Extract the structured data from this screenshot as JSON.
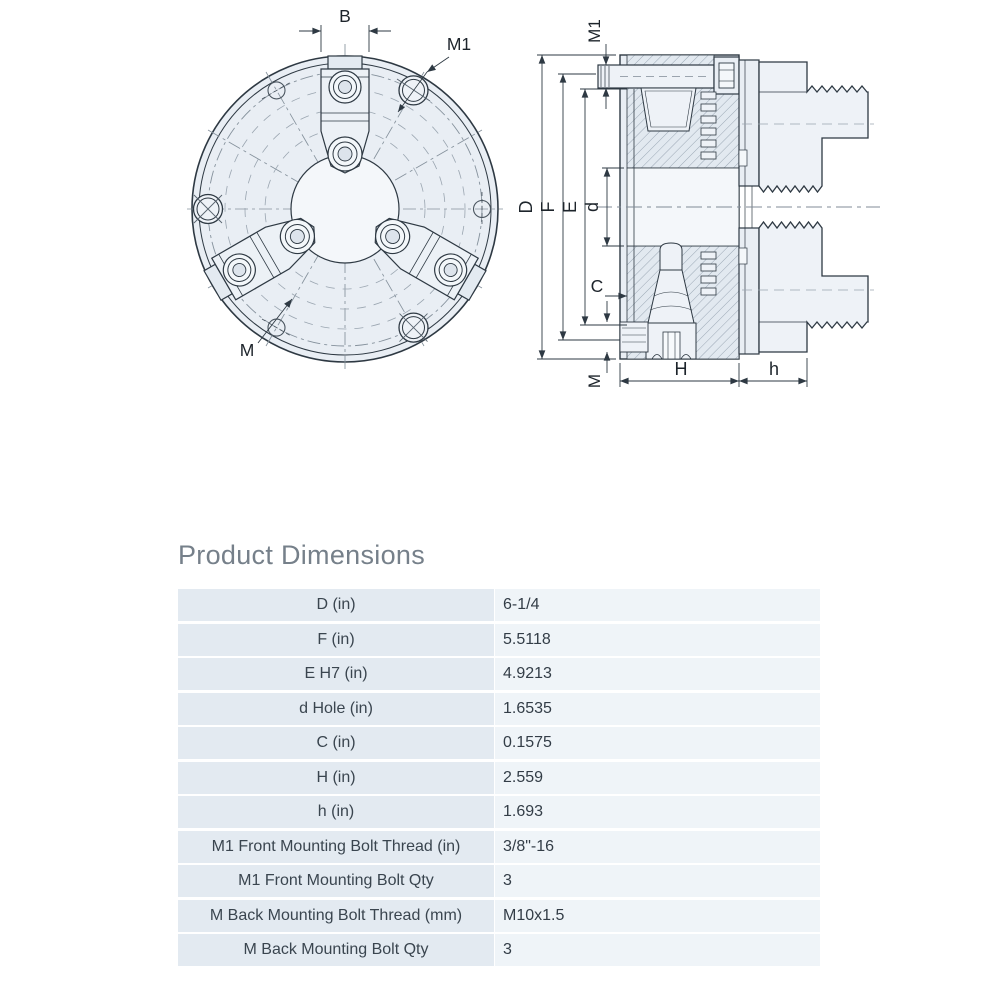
{
  "drawing": {
    "description": "3-jaw self-centering lathe chuck, front view and cross-section side view",
    "labels": {
      "b": "B",
      "m1": "M1",
      "m": "M",
      "d_outer": "D",
      "f": "F",
      "e": "E",
      "d_bore": "d",
      "c": "C",
      "h_body": "H",
      "h_jaws": "h"
    }
  },
  "section": {
    "title": "Product Dimensions"
  },
  "table": {
    "rows": [
      {
        "label": "D (in)",
        "value": "6-1/4"
      },
      {
        "label": "F (in)",
        "value": "5.5118"
      },
      {
        "label": "E H7 (in)",
        "value": "4.9213"
      },
      {
        "label": "d Hole (in)",
        "value": "1.6535"
      },
      {
        "label": "C (in)",
        "value": "0.1575"
      },
      {
        "label": "H (in)",
        "value": "2.559"
      },
      {
        "label": "h (in)",
        "value": "1.693"
      },
      {
        "label": "M1 Front Mounting Bolt Thread (in)",
        "value": "3/8\"-16"
      },
      {
        "label": "M1 Front Mounting Bolt Qty",
        "value": "3"
      },
      {
        "label": "M Back Mounting Bolt Thread (mm)",
        "value": "M10x1.5"
      },
      {
        "label": "M Back Mounting Bolt Qty",
        "value": "3"
      }
    ]
  },
  "colors": {
    "line": "#2e3943",
    "face_fill": "#e9eef4",
    "light_fill": "#eef2f7",
    "table_label_bg": "#e3eaf1",
    "table_value_bg": "#eff4f8",
    "title_text": "#76808a"
  }
}
